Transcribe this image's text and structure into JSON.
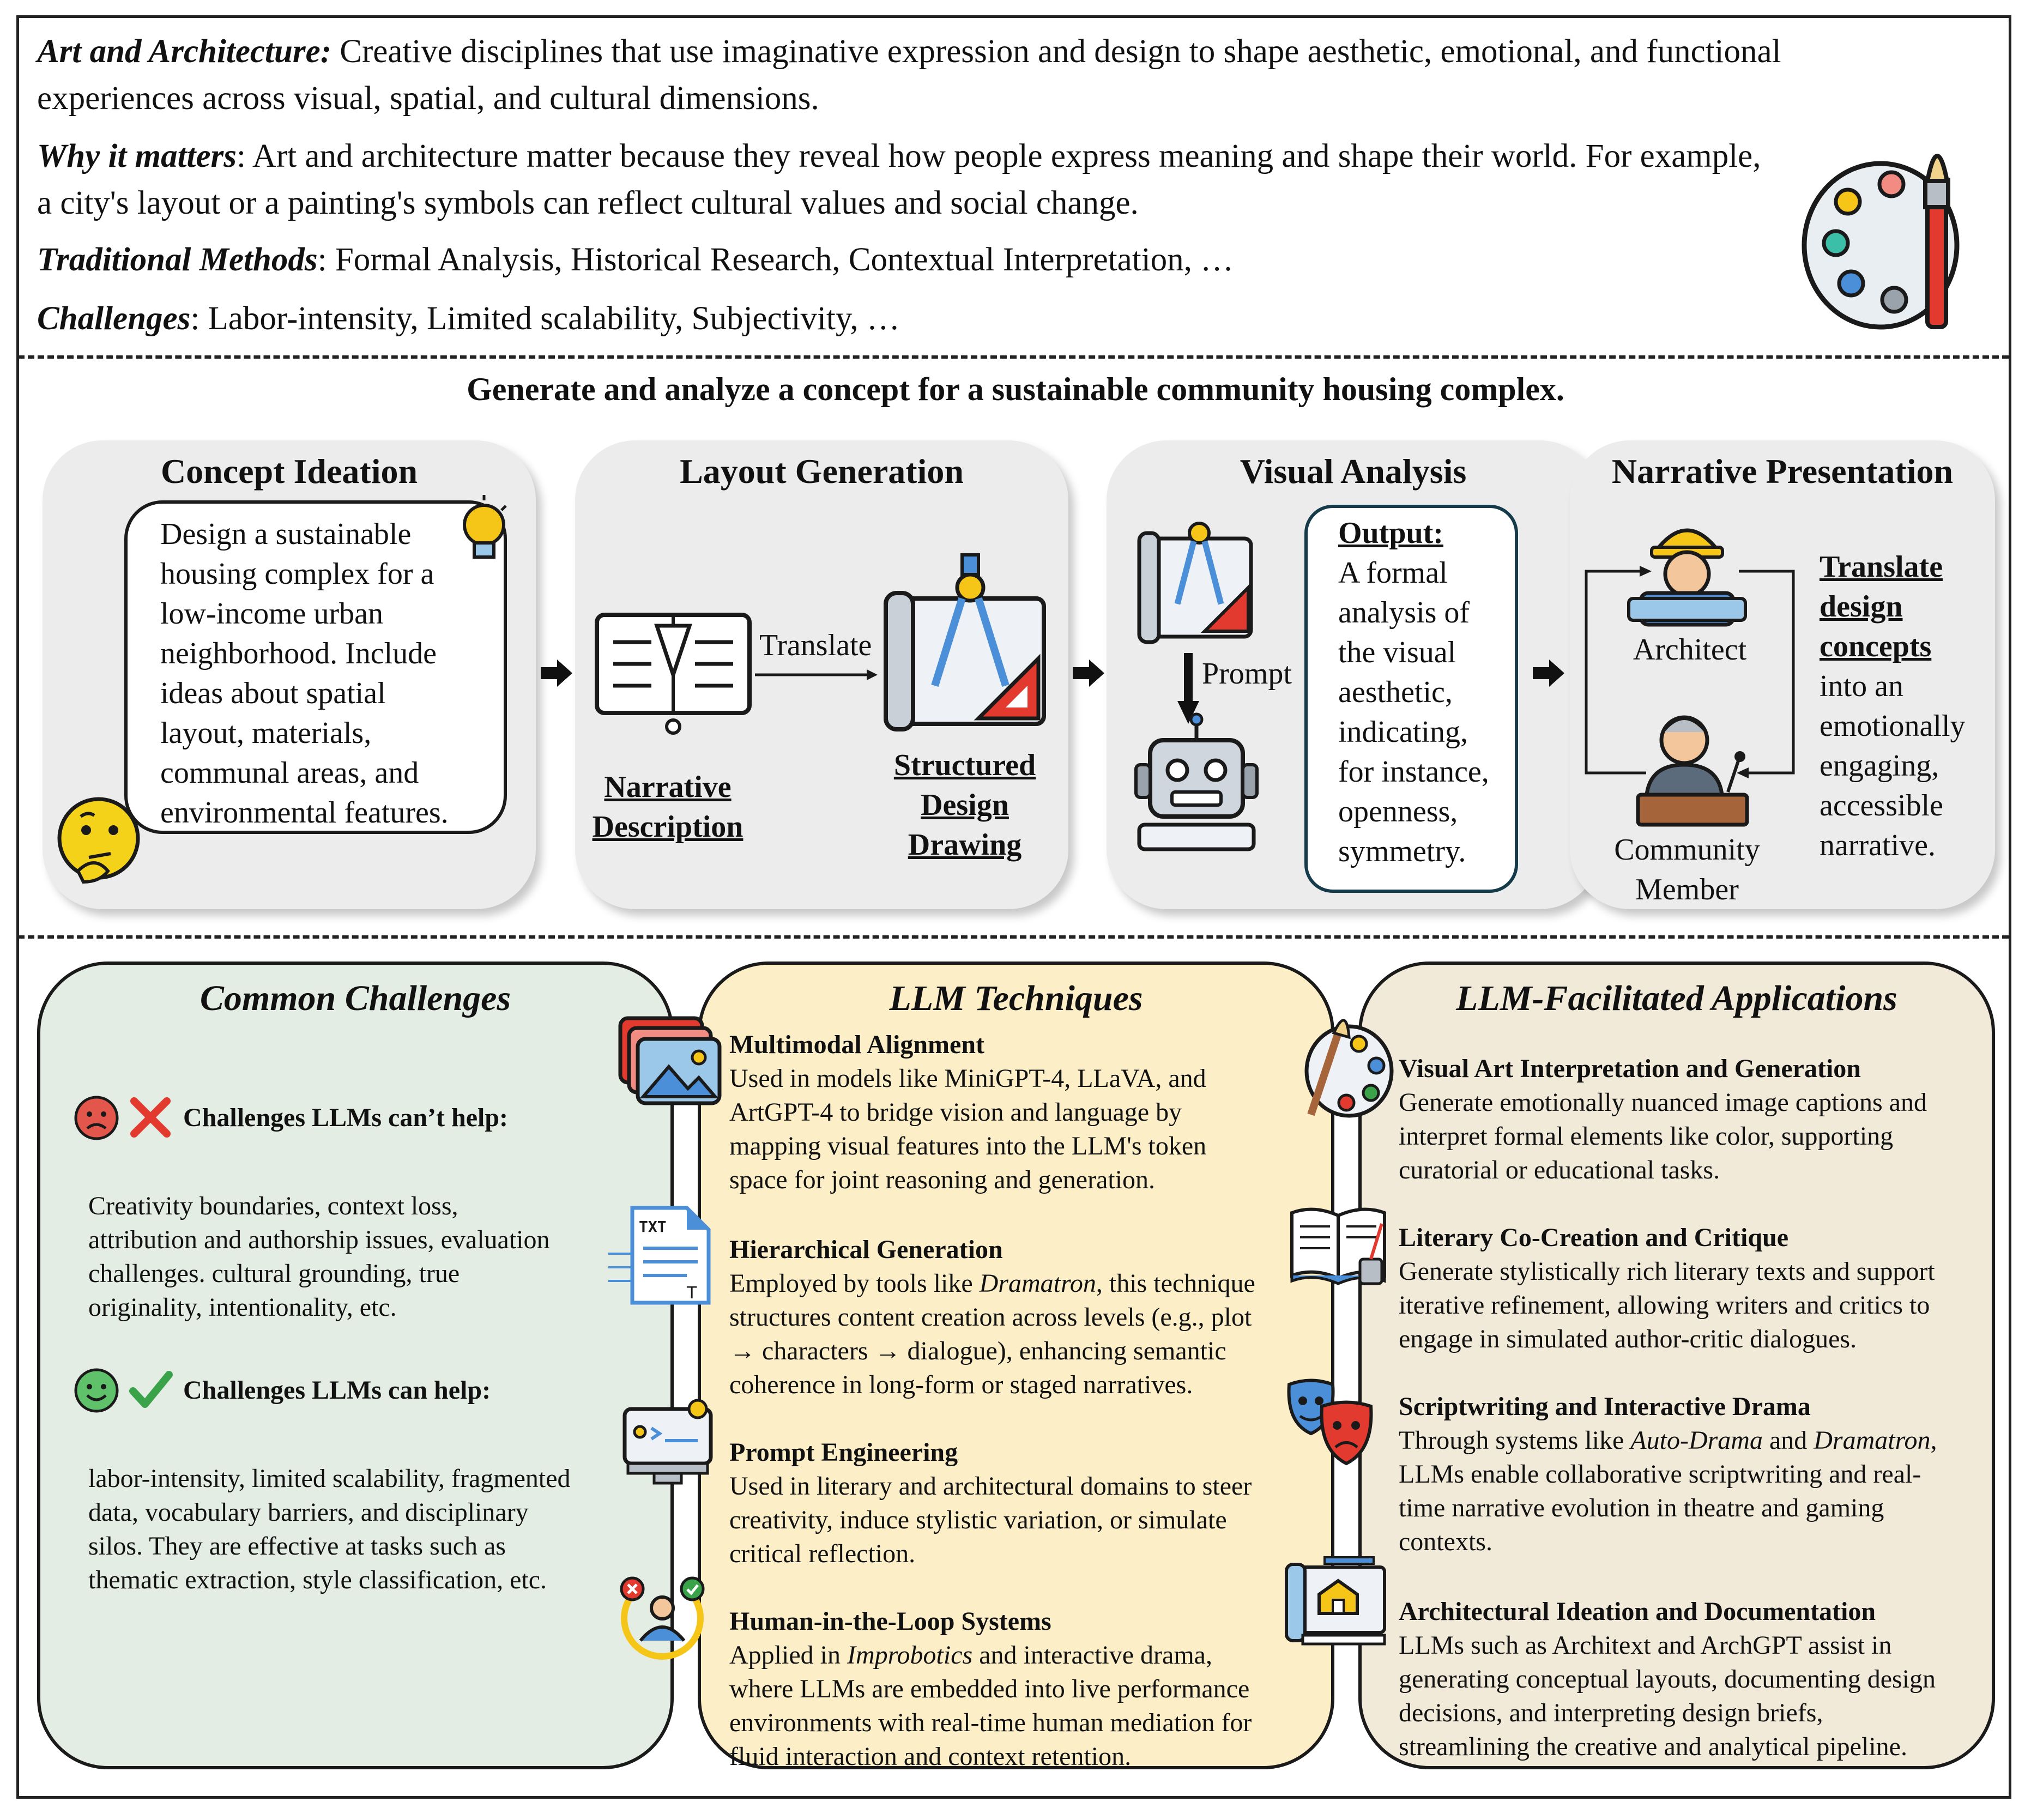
{
  "intro": {
    "art": {
      "label": "Art and Architecture:",
      "text": " Creative disciplines that use imaginative expression and design to shape aesthetic, emotional, and functional experiences across visual, spatial, and cultural dimensions."
    },
    "why": {
      "label": "Why it matters",
      "text": ": Art and architecture matter because they reveal how people express meaning and shape their world. For example, a city's layout or a painting's symbols can reflect cultural values and social change."
    },
    "traditional": {
      "label": "Traditional Methods",
      "text": ": Formal Analysis, Historical Research, Contextual Interpretation, …"
    },
    "challenges": {
      "label": "Challenges",
      "text": ": Labor-intensity, Limited scalability, Subjectivity, …"
    }
  },
  "task_title": "Generate and analyze a concept for a sustainable community housing complex.",
  "stages": {
    "concept": {
      "title": "Concept Ideation",
      "bubble": [
        "Design a sustainable",
        "housing complex for a",
        "low-income urban",
        "neighborhood. Include",
        "ideas about spatial",
        "layout, materials,",
        "communal areas, and",
        "environmental features."
      ]
    },
    "layout": {
      "title": "Layout Generation",
      "translate": "Translate",
      "narrative": [
        "Narrative",
        "Description"
      ],
      "structured": [
        "Structured",
        "Design",
        "Drawing"
      ]
    },
    "visual": {
      "title": "Visual Analysis",
      "prompt": "Prompt",
      "output_label": "Output:",
      "output_text": [
        "A formal",
        "analysis of",
        "the visual",
        "aesthetic,",
        "indicating,",
        "for instance,",
        "openness,",
        "symmetry."
      ]
    },
    "narrative": {
      "title": "Narrative Presentation",
      "architect": "Architect",
      "community": [
        "Community",
        "Member"
      ],
      "translate_bold": [
        "Translate",
        "design",
        "concepts"
      ],
      "translate_rest": [
        "into an",
        "emotionally",
        "engaging,",
        "accessible",
        "narrative."
      ]
    }
  },
  "challenges_panel": {
    "title": "Common Challenges",
    "cant_help": {
      "label": "Challenges LLMs can’t help:",
      "lines": [
        "Creativity boundaries, context loss,",
        "attribution and authorship issues, evaluation",
        "challenges. cultural grounding, true",
        "originality, intentionality, etc."
      ]
    },
    "can_help": {
      "label": "Challenges LLMs can help:",
      "lines": [
        "labor-intensity, limited scalability, fragmented",
        "data, vocabulary barriers, and disciplinary",
        "silos. They are effective at tasks such as",
        "thematic extraction, style classification, etc."
      ]
    }
  },
  "techniques_panel": {
    "title": "LLM Techniques",
    "items": [
      {
        "title": "Multimodal Alignment",
        "lines": [
          "Used in models like MiniGPT-4, LLaVA, and",
          "ArtGPT-4 to bridge vision and language by",
          "mapping visual features into the LLM's token",
          "space for joint reasoning and generation."
        ]
      },
      {
        "title": "Hierarchical Generation",
        "lines": [
          "Employed by tools like Dramatron, this technique",
          "structures content creation across levels (e.g., plot",
          "→ characters → dialogue), enhancing semantic",
          "coherence in long-form or staged narratives."
        ]
      },
      {
        "title": "Prompt Engineering",
        "lines": [
          "Used in literary and architectural domains to steer",
          "creativity, induce stylistic variation, or simulate",
          "critical reflection."
        ]
      },
      {
        "title": "Human-in-the-Loop Systems",
        "lines": [
          "Applied in Improbotics and interactive drama,",
          "where LLMs are embedded into live performance",
          "environments with real-time human mediation for",
          "fluid interaction and context retention."
        ]
      }
    ]
  },
  "applications_panel": {
    "title": "LLM-Facilitated Applications",
    "items": [
      {
        "title": "Visual Art Interpretation and Generation",
        "lines": [
          "Generate emotionally nuanced image captions and",
          "interpret formal elements like color, supporting",
          "curatorial or educational tasks."
        ]
      },
      {
        "title": "Literary Co-Creation and Critique",
        "lines": [
          "Generate stylistically rich literary texts and support",
          "iterative refinement, allowing writers and critics to",
          "engage in simulated author-critic dialogues."
        ]
      },
      {
        "title": "Scriptwriting and Interactive Drama",
        "lines": [
          "Through systems like Auto-Drama and Dramatron,",
          "LLMs enable collaborative scriptwriting and real-",
          "time narrative evolution in theatre and gaming",
          "contexts."
        ]
      },
      {
        "title": "Architectural Ideation and Documentation",
        "lines": [
          "LLMs such as Architext and ArchGPT assist in",
          "generating conceptual layouts, documenting design",
          "decisions, and interpreting design briefs,",
          "streamlining the creative and analytical pipeline."
        ]
      }
    ]
  },
  "icons": {
    "palette": "palette-brush-icon",
    "bulb": "lightbulb-icon",
    "thinking": "thinking-face-icon",
    "book": "pen-book-icon",
    "compass": "compass-ruler-icon",
    "robot": "robot-icon",
    "architect": "architect-icon",
    "speaker": "speaker-icon",
    "images": "images-icon",
    "document": "text-document-icon",
    "code": "code-monitor-icon",
    "loop": "human-loop-icon",
    "app_palette": "art-palette-icon",
    "open_book": "open-book-icon",
    "masks": "theatre-masks-icon",
    "blueprint": "blueprint-icon"
  },
  "colors": {
    "stage_bg": "#ececec",
    "challenges_bg": "#e4ede4",
    "techniques_bg": "#fcefc8",
    "applications_bg": "#f2ead9",
    "accent_red": "#e23a2f",
    "accent_blue": "#4a8fd8",
    "accent_yellow": "#f5c518",
    "dark": "#1a1a1a"
  }
}
